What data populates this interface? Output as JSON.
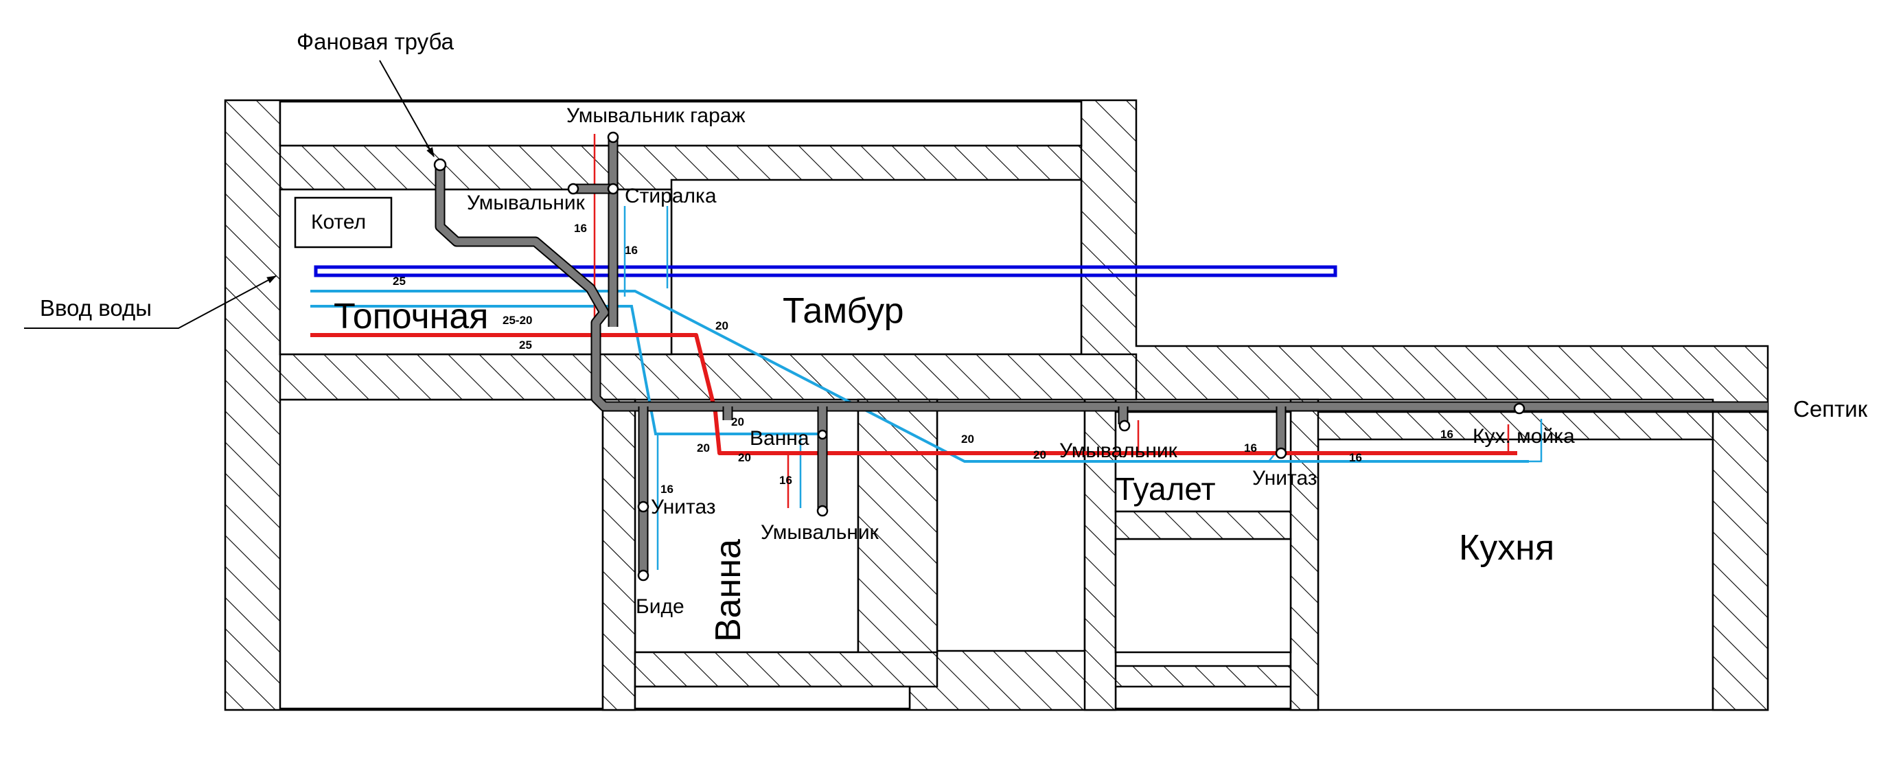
{
  "labels": {
    "fan_pipe": "Фановая труба",
    "water_inlet": "Ввод воды",
    "garage_sink": "Умывальник гараж",
    "sink_1": "Умывальник",
    "washer": "Стиралка",
    "boiler": "Котел",
    "septic": "Септик",
    "bath_fixture": "Ванна",
    "toilet_1": "Унитаз",
    "bidet": "Биде",
    "sink_2": "Умывальник",
    "sink_3": "Умывальник",
    "toilet_2": "Унитаз",
    "kitchen_sink": "Кух. мойка"
  },
  "rooms": {
    "boiler_room": "Топочная",
    "vestibule": "Тамбур",
    "bathroom": "Ванна",
    "toilet_room": "Туалет",
    "kitchen": "Кухня"
  },
  "dimensions": {
    "d25_blue": "25",
    "d25_20": "25-20",
    "d25_red": "25",
    "d16_a": "16",
    "d16_b": "16",
    "d20_a": "20",
    "d20_b": "20",
    "d20_c": "20",
    "d20_d": "20",
    "d20_e": "20",
    "d20_f": "20",
    "d16_c": "16",
    "d16_d": "16",
    "d16_e": "16",
    "d16_f": "16",
    "d16_g": "16"
  },
  "colors": {
    "cold_water": "#1ea5e0",
    "hot_water": "#e51b1b",
    "main_line": "#0000dd",
    "sewer": "#7a7a7a"
  }
}
